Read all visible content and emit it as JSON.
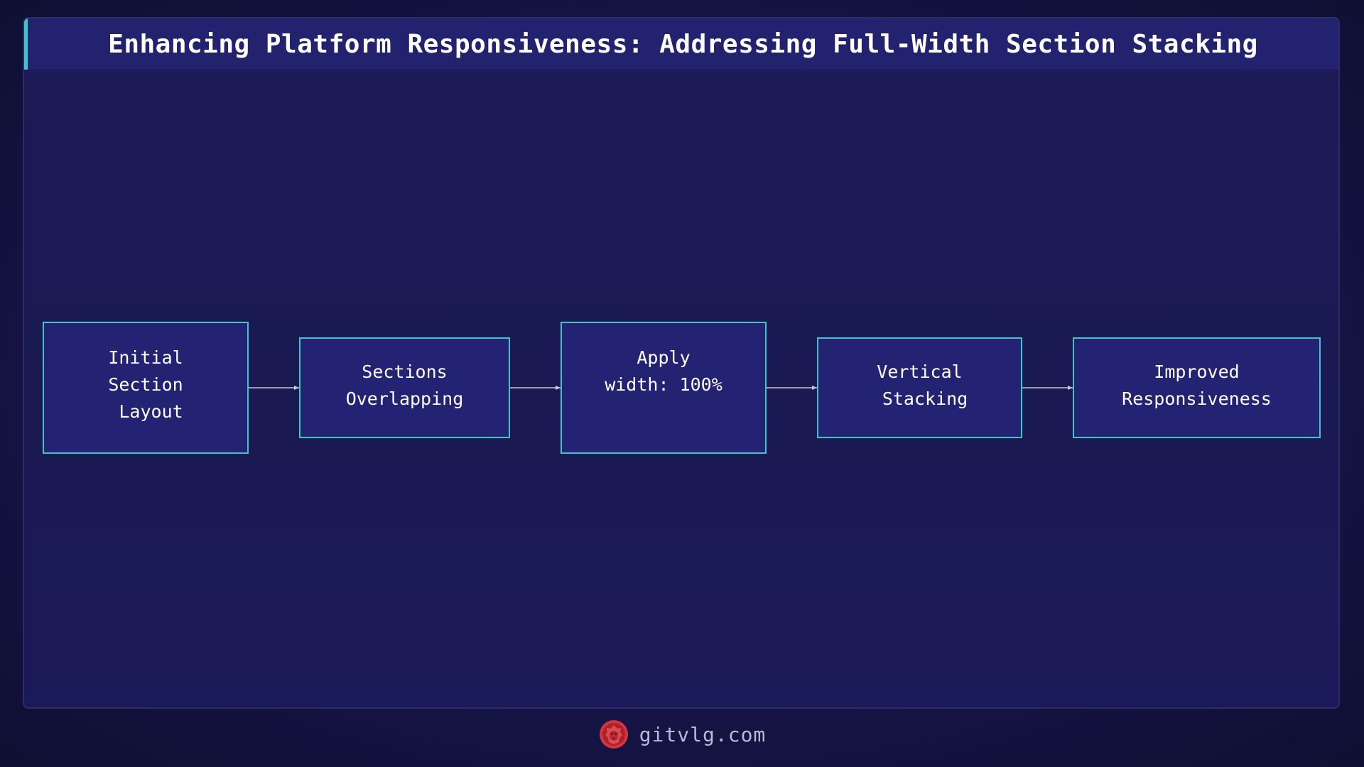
{
  "title": "Enhancing Platform Responsiveness: Addressing Full-Width Section Stacking",
  "nodes": [
    {
      "label": "Initial\nSection\n Layout"
    },
    {
      "label": "Sections\nOverlapping"
    },
    {
      "label": "Apply\nwidth: 100%"
    },
    {
      "label": "Vertical\n Stacking"
    },
    {
      "label": "Improved\nResponsiveness"
    }
  ],
  "footer": {
    "text": "gitvlg.com",
    "logo_icon": "lion-head-icon"
  },
  "colors": {
    "background": "#161548",
    "title_bar": "#23226e",
    "accent": "#3cc8c8",
    "node_fill": "#232273",
    "node_border": "#40c4c8",
    "arrow": "#c8c8dc",
    "logo": "#d8343c"
  }
}
